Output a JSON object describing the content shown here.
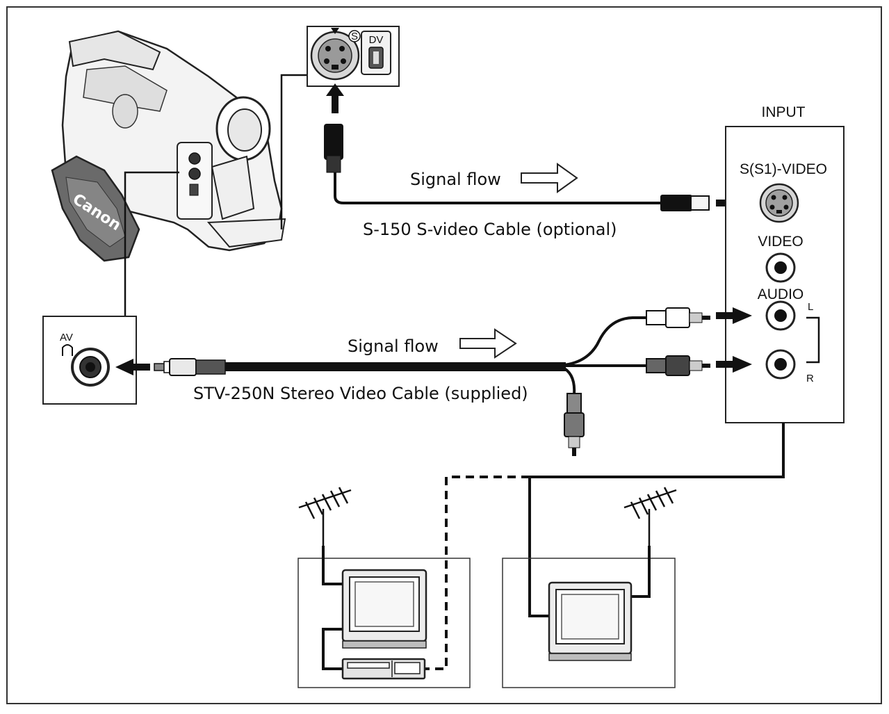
{
  "diagram": {
    "camcorder": {
      "brand": "Canon"
    },
    "top_port_panel": {
      "s_marker": "S",
      "dv_label": "DV"
    },
    "av_terminal": {
      "label": "AV"
    },
    "tv_input_panel": {
      "title": "INPUT",
      "s_video_label": "S(S1)-VIDEO",
      "video_label": "VIDEO",
      "audio_label": "AUDIO",
      "left_label": "L",
      "right_label": "R"
    },
    "s_video_cable": {
      "signal_flow_label": "Signal flow",
      "cable_label": "S-150 S-video Cable (optional)"
    },
    "stereo_video_cable": {
      "signal_flow_label": "Signal flow",
      "cable_label": "STV-250N Stereo Video Cable (supplied)"
    }
  }
}
